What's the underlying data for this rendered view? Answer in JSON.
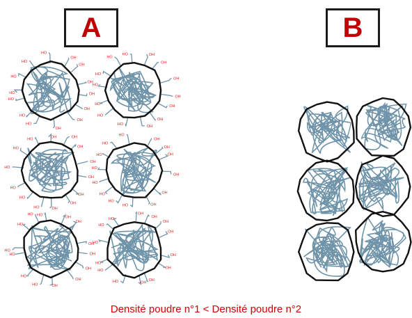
{
  "panel_a": {
    "label": "A",
    "oh_label": "OH",
    "ho_label": "HO"
  },
  "panel_b": {
    "label": "B"
  },
  "caption": "Densité poudre n°1 < Densité poudre n°2",
  "colors": {
    "label_text": "#c00000",
    "caption_text": "#d40000",
    "polymer": "#6f93a8",
    "shell": "#111111",
    "hydroxyl": "#e02020"
  },
  "counts": {
    "panel_a_particles": 6,
    "panel_b_particles": 6
  }
}
